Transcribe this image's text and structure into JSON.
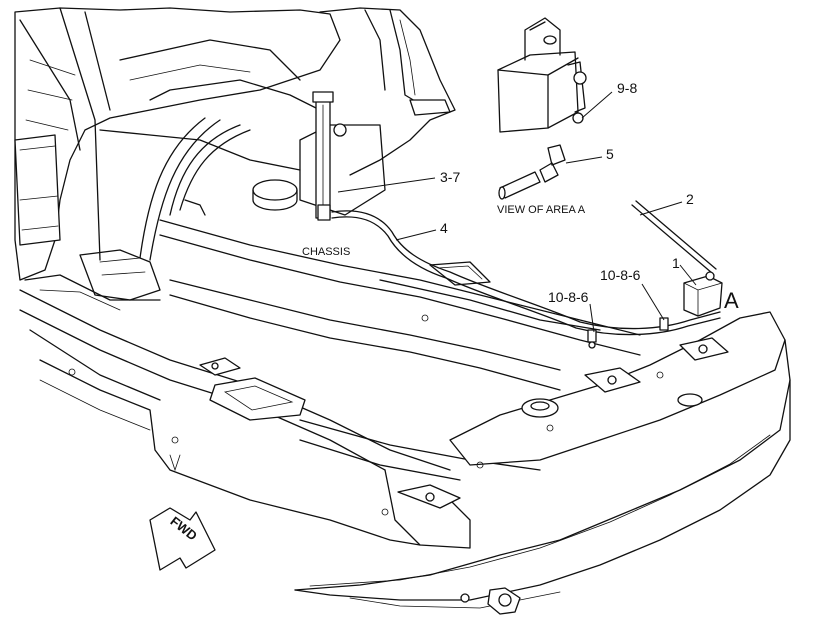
{
  "labels": {
    "part_9_8": "9-8",
    "part_5": "5",
    "part_3_7": "3-7",
    "part_4": "4",
    "part_2": "2",
    "part_1": "1",
    "part_10_8_6_upper": "10-8-6",
    "part_10_8_6_lower": "10-8-6",
    "area_marker": "A",
    "view_of_area": "VIEW OF AREA  A",
    "chassis": "CHASSIS",
    "direction": "FWD"
  }
}
